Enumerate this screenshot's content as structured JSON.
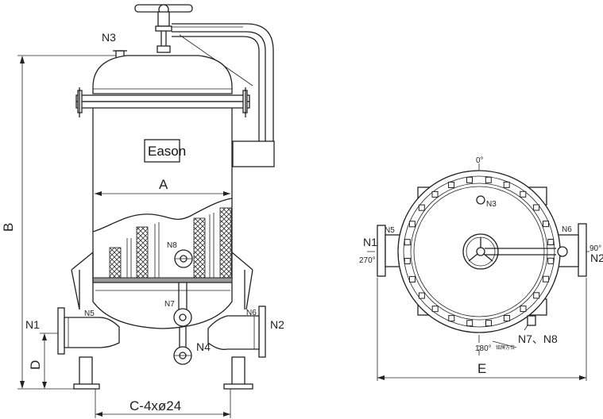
{
  "side_view": {
    "brand": "Eason",
    "nozzles": {
      "n1": "N1",
      "n2": "N2",
      "n3": "N3",
      "n4": "N4",
      "n5": "N5",
      "n6": "N6",
      "n7": "N7",
      "n8": "N8"
    },
    "dims": {
      "a": "A",
      "b": "B",
      "d": "D",
      "base": "C-4xø24"
    }
  },
  "top_view": {
    "angles": {
      "a0": "0°",
      "a90": "90°",
      "a180": "180°",
      "a270": "270°"
    },
    "nozzles": {
      "n1": "N1",
      "n2": "N2",
      "n3": "N3",
      "n5": "N5",
      "n6": "N6",
      "n7n8": "N7、N8"
    },
    "dims": {
      "e": "E"
    },
    "note": "铭牌方位"
  }
}
